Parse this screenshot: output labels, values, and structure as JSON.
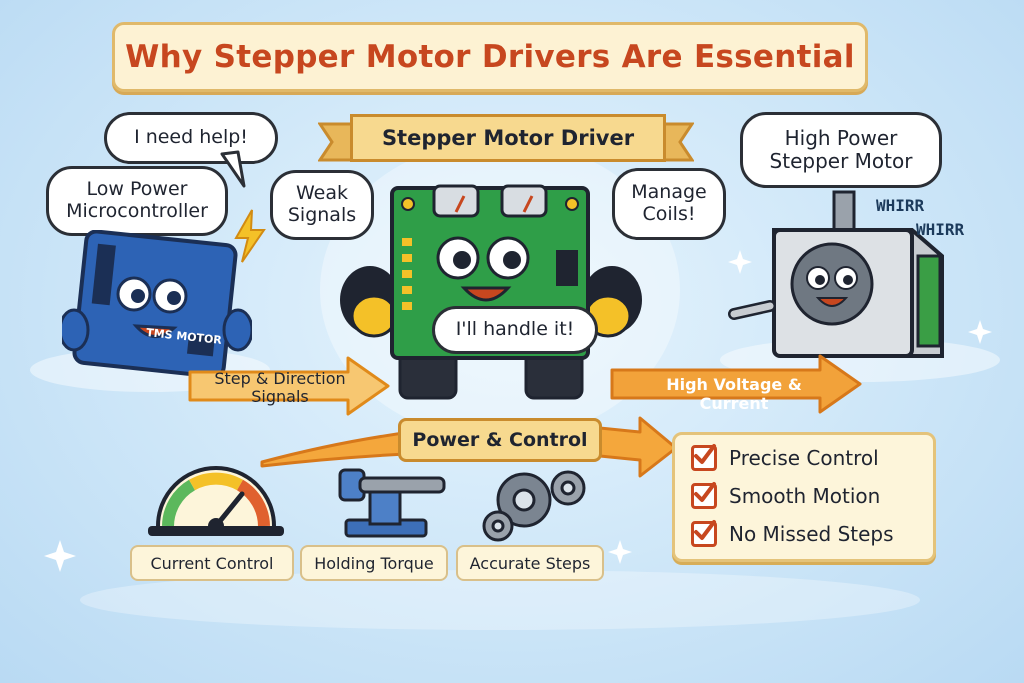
{
  "title": "Why Stepper Motor Drivers Are Essential",
  "bubbles": {
    "help": "I need help!",
    "mcu_label_line1": "Low Power",
    "mcu_label_line2": "Microcontroller",
    "weak_line1": "Weak",
    "weak_line2": "Signals",
    "manage_line1": "Manage",
    "manage_line2": "Coils!",
    "motor_label_line1": "High Power",
    "motor_label_line2": "Stepper Motor",
    "handle": "I'll handle it!"
  },
  "driver_banner": "Stepper Motor Driver",
  "board_label": "TMS MOTOR",
  "sound_effects": [
    "WHIRR",
    "WHIRR"
  ],
  "arrows": {
    "step_direction_line1": "Step & Direction",
    "step_direction_line2": "Signals",
    "high_voltage": "High Voltage & Current",
    "power_control": "Power & Control"
  },
  "benefits": [
    "Precise Control",
    "Smooth Motion",
    "No Missed Steps"
  ],
  "features": [
    "Current Control",
    "Holding Torque",
    "Accurate Steps"
  ],
  "colors": {
    "title": "#c7471f",
    "arrow": "#f2a23a",
    "driver_board": "#2f9e48",
    "microcontroller": "#2d63b5",
    "motor": "#c8ccd1",
    "check": "#c7471f"
  }
}
